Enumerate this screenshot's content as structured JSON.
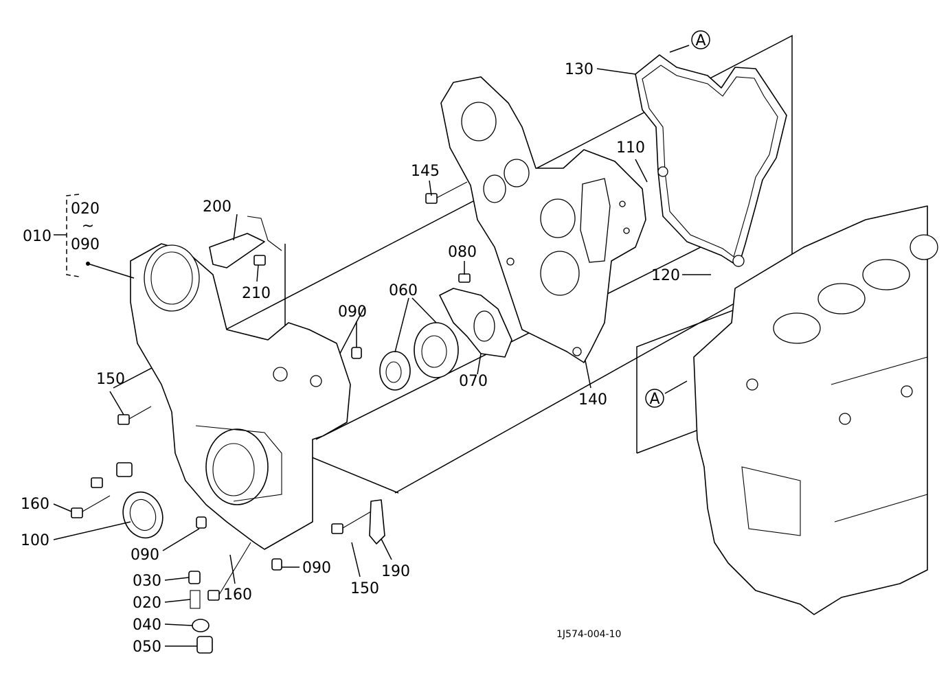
{
  "group": {
    "label": "010",
    "range_from": "020",
    "range_sep": "~",
    "range_to": "090"
  },
  "reference_marker": "A",
  "document_id": "1J574-004-10",
  "callouts": {
    "p130": "130",
    "p110": "110",
    "p120": "120",
    "p140": "140",
    "p145": "145",
    "p080": "080",
    "p060": "060",
    "p070": "070",
    "p090_top": "090",
    "p200": "200",
    "p210": "210",
    "p150_left": "150",
    "p160_left": "160",
    "p100": "100",
    "p090_left": "090",
    "p030": "030",
    "p020": "020",
    "p040": "040",
    "p050": "050",
    "p160_bottom": "160",
    "p090_bottom": "090",
    "p150_bottom": "150",
    "p190": "190"
  }
}
